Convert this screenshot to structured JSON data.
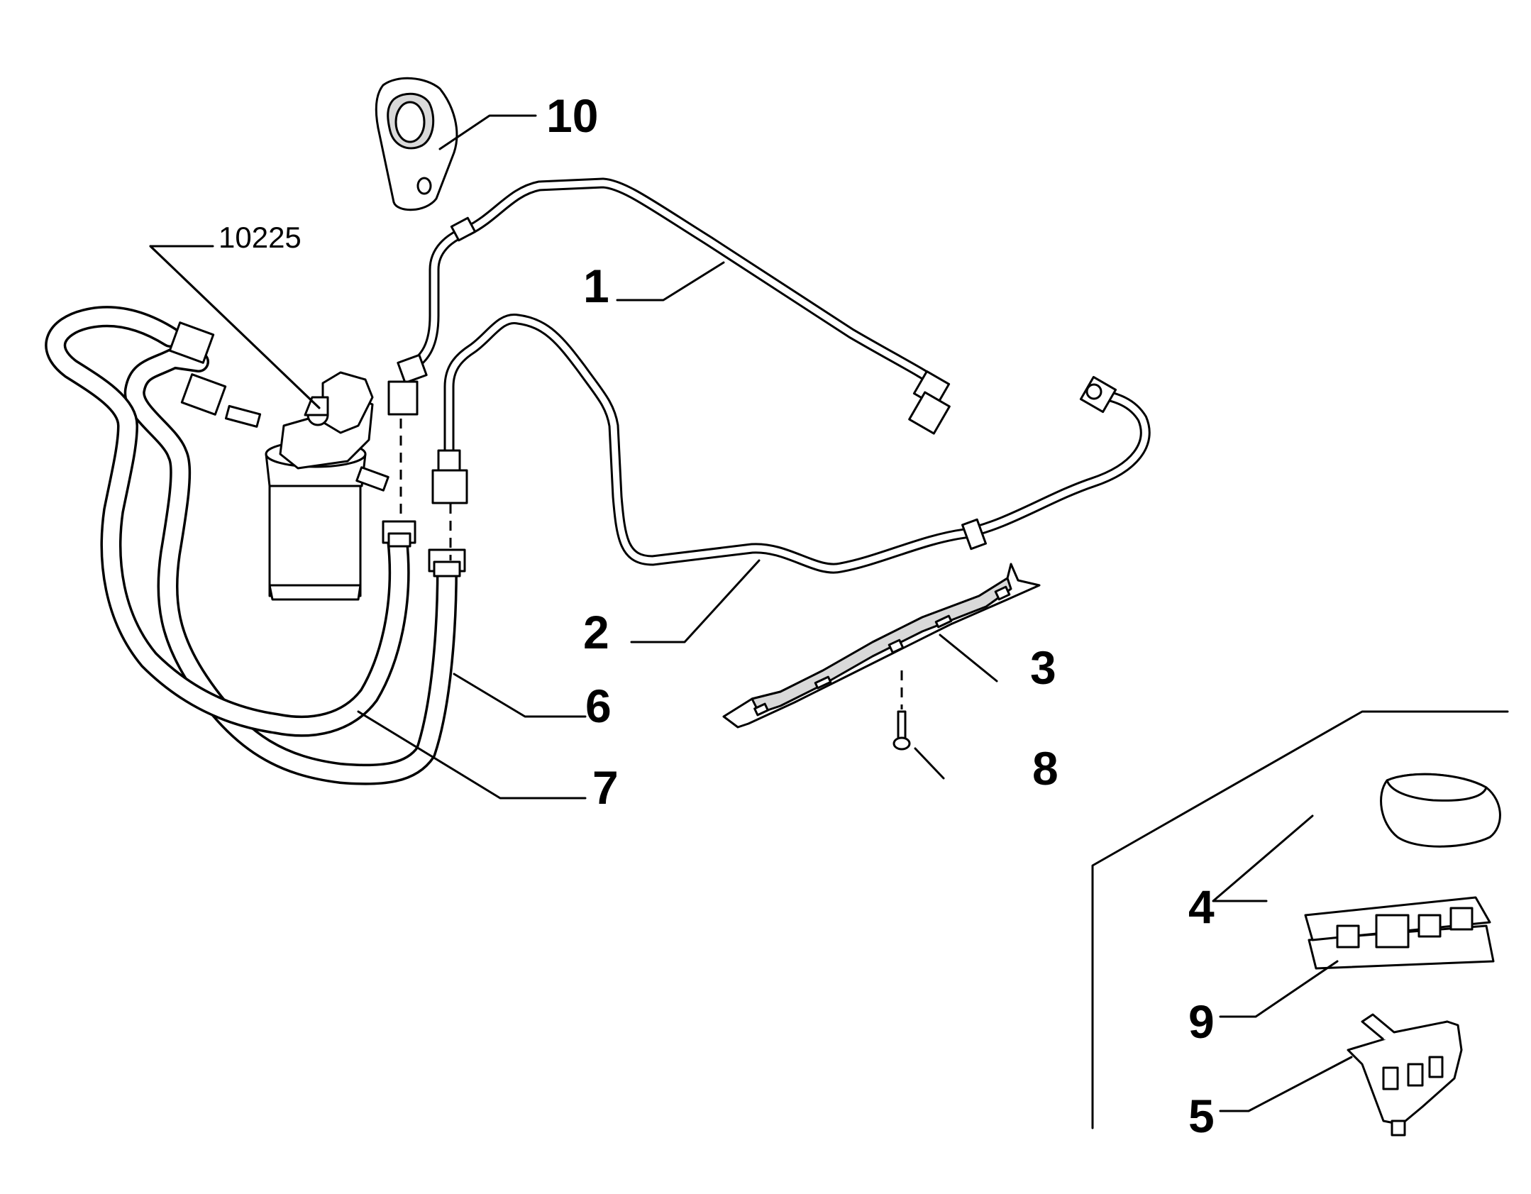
{
  "callouts": {
    "c1": "1",
    "c2": "2",
    "c3": "3",
    "c4": "4",
    "c5": "5",
    "c6": "6",
    "c7": "7",
    "c8": "8",
    "c9": "9",
    "c10": "10"
  },
  "reference_label": "10225"
}
